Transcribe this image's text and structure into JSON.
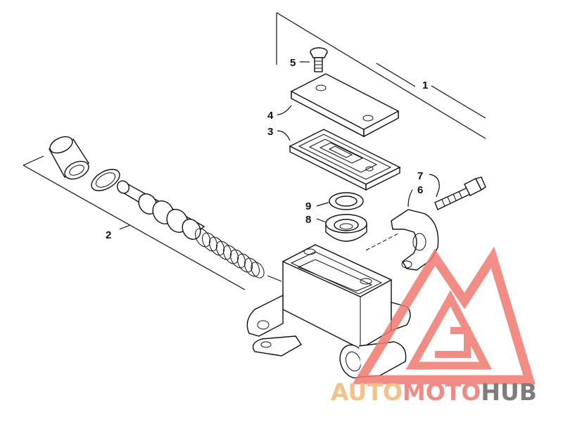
{
  "callouts": [
    {
      "id": "1",
      "label": "1"
    },
    {
      "id": "2",
      "label": "2"
    },
    {
      "id": "3",
      "label": "3"
    },
    {
      "id": "4",
      "label": "4"
    },
    {
      "id": "5",
      "label": "5"
    },
    {
      "id": "6",
      "label": "6"
    },
    {
      "id": "7",
      "label": "7"
    },
    {
      "id": "8",
      "label": "8"
    },
    {
      "id": "9",
      "label": "9"
    }
  ],
  "watermark": {
    "part1": "AUTO",
    "part2": "MOTO",
    "part3": "HUB",
    "color_auto": "#f5c08a",
    "color_moto": "#f08a84",
    "color_hub": "#7d7d7d",
    "logo_color": "#f07a72"
  }
}
